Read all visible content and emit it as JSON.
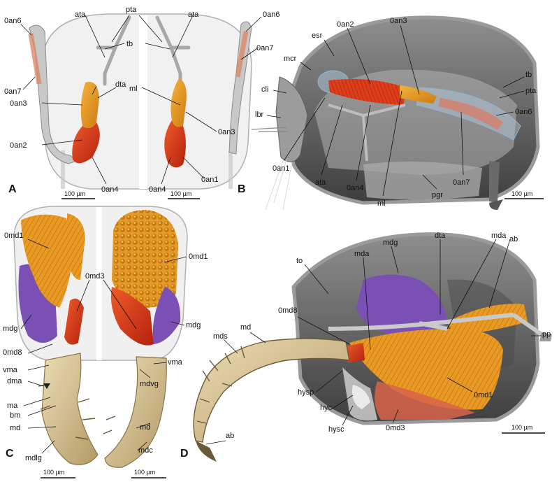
{
  "panels": {
    "A": {
      "letter": "A",
      "scale": "100 µm",
      "labels": [
        "pta",
        "ata",
        "ata",
        "tb",
        "0an6",
        "0an6",
        "dta",
        "0an7",
        "0an7",
        "ml",
        "0an3",
        "0an3",
        "0an2",
        "0an4",
        "0an4",
        "0an1"
      ]
    },
    "B": {
      "letter": "B",
      "scale": "100 µm",
      "labels": [
        "0an3",
        "0an2",
        "esr",
        "mcr",
        "cli",
        "lbr",
        "tb",
        "pta",
        "0an6",
        "0an1",
        "ata",
        "0an4",
        "ml",
        "pgr",
        "0an7"
      ]
    },
    "C": {
      "letter": "C",
      "scale": "100 µm",
      "labels": [
        "0md1",
        "0md1",
        "0md3",
        "mdg",
        "mdg",
        "0md8",
        "vma",
        "vma",
        "dma",
        "ma",
        "bm",
        "md",
        "md",
        "mdvg",
        "mdlg",
        "mdc"
      ]
    },
    "D": {
      "letter": "D",
      "scale": "100 µm",
      "labels": [
        "dta",
        "mda",
        "ab",
        "mdg",
        "mda",
        "to",
        "0md8",
        "md",
        "mds",
        "pp",
        "hysp",
        "hyc",
        "hysc",
        "0md3",
        "0md1",
        "ab"
      ]
    }
  },
  "colors": {
    "head_capsule": "#c9c9c9",
    "capsule_edge": "#6f6f6f",
    "muscle_orange": "#e8951f",
    "muscle_red": "#d8341a",
    "gland_purple": "#7a50b4",
    "mandible_beige": "#d9c69a",
    "mandible_dark": "#6b5a3a",
    "tentorium": "#bdbdbd"
  }
}
